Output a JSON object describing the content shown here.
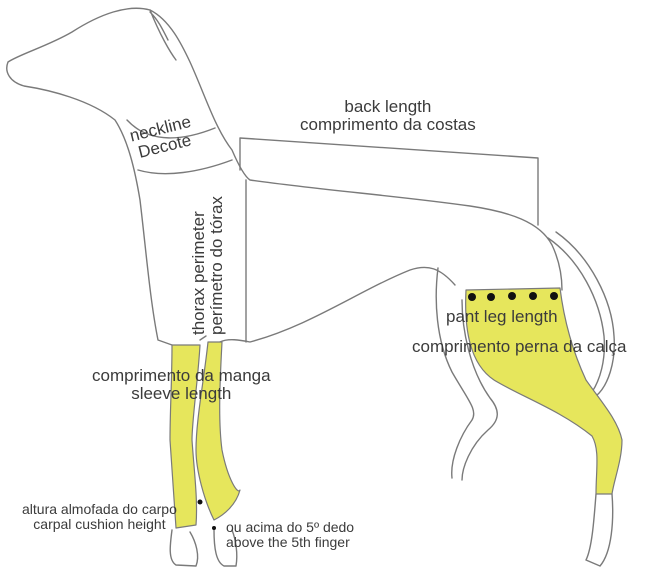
{
  "colors": {
    "outline": "#7a7a7a",
    "fill_highlight": "#e6e65c",
    "text": "#3b3b3b",
    "dot": "#111111"
  },
  "labels": {
    "back_length_en": "back length",
    "back_length_pt": "comprimento da costas",
    "neckline_en": "neckline",
    "neckline_pt": "Decote",
    "thorax_en": "thorax perimeter",
    "thorax_pt": "perímetro do tórax",
    "pant_leg_en": "pant leg length",
    "pant_leg_pt": "comprimento perna da calça",
    "sleeve_pt": "comprimento da manga",
    "sleeve_en": "sleeve length",
    "carpal_pt": "altura almofada do carpo",
    "carpal_en": "carpal cushion height",
    "finger_pt": "ou acima do 5º dedo",
    "finger_en": "above the 5th finger"
  }
}
